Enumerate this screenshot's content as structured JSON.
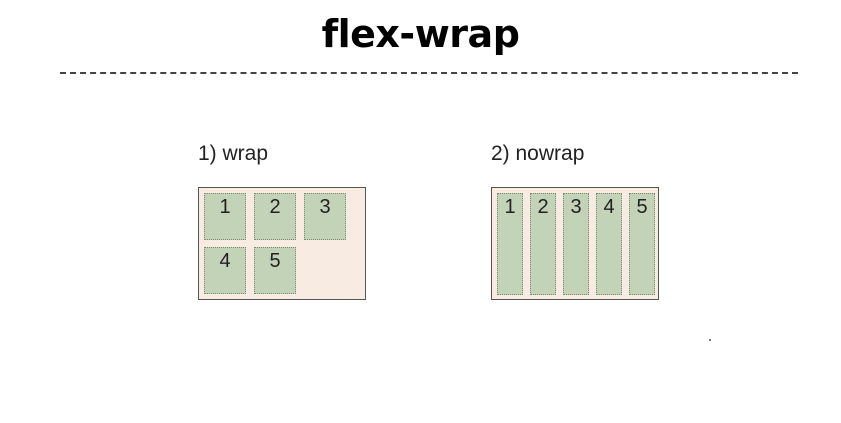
{
  "title": "flex-wrap",
  "examples": [
    {
      "label": "1) wrap",
      "items": [
        "1",
        "2",
        "3",
        "4",
        "5"
      ]
    },
    {
      "label": "2) nowrap",
      "items": [
        "1",
        "2",
        "3",
        "4",
        "5"
      ]
    }
  ],
  "colors": {
    "container_bg": "#f7ebe2",
    "item_bg": "#c3d3b8",
    "divider": "#444444"
  }
}
